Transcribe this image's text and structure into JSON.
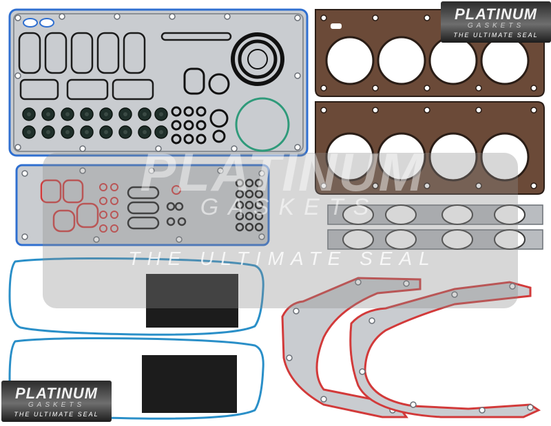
{
  "watermark": {
    "brand": "PLATINUM",
    "sub": "GASKETS",
    "tagline": "THE ULTIMATE SEAL"
  },
  "colors": {
    "gasket_steel": "#9a9ea3",
    "blue_bead": "#2f6fd0",
    "red_bead": "#d23a3a",
    "head_gasket": "#6b4a38",
    "seal_dark": "#1d2b26",
    "watermark_grey": "#8c8c8c"
  }
}
